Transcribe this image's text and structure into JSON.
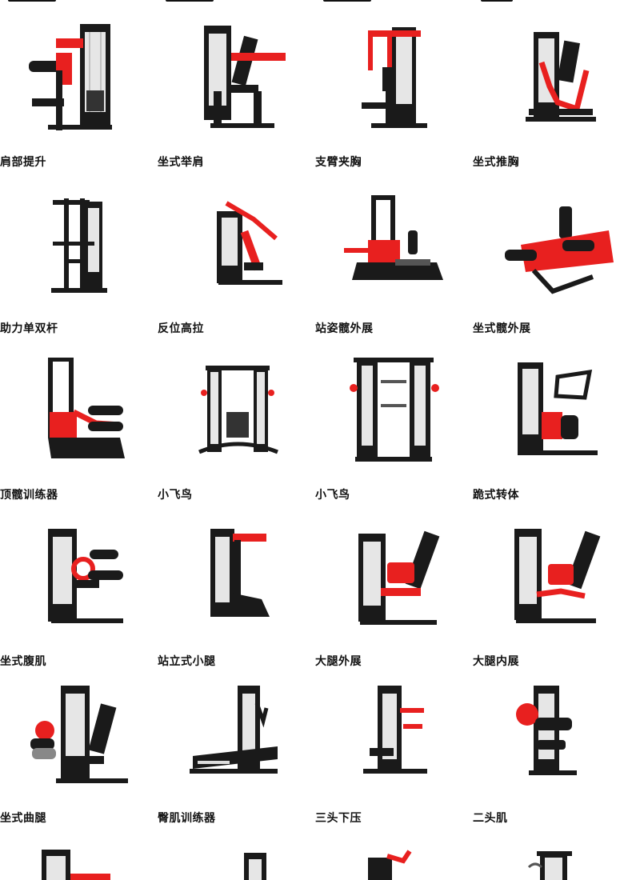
{
  "rows": [
    {
      "labels": [
        "肩部提升",
        "坐式举肩",
        "支臂夹胸",
        "坐式推胸"
      ],
      "icons": [
        "shoulder-lift-machine-icon",
        "seated-shoulder-press-machine-icon",
        "pec-fly-machine-icon",
        "chest-press-machine-icon"
      ]
    },
    {
      "labels": [
        "助力单双杆",
        "反位高拉",
        "站姿髋外展",
        "坐式髋外展"
      ],
      "icons": [
        "assisted-dip-chin-machine-icon",
        "reverse-lat-pulldown-machine-icon",
        "standing-hip-abduction-machine-icon",
        "seated-hip-abduction-machine-icon"
      ]
    },
    {
      "labels": [
        "顶髋训练器",
        "小飞鸟",
        "小飞鸟",
        "跪式转体"
      ],
      "icons": [
        "hip-thrust-machine-icon",
        "functional-trainer-icon",
        "functional-trainer-large-icon",
        "kneeling-rotary-torso-machine-icon"
      ]
    },
    {
      "labels": [
        "坐式腹肌",
        "站立式小腿",
        "大腿外展",
        "大腿内展"
      ],
      "icons": [
        "seated-abdominal-machine-icon",
        "standing-calf-raise-machine-icon",
        "outer-thigh-abductor-machine-icon",
        "inner-thigh-adductor-machine-icon"
      ]
    },
    {
      "labels": [
        "坐式曲腿",
        "臀肌训练器",
        "三头下压",
        "二头肌"
      ],
      "icons": [
        "seated-leg-curl-machine-icon",
        "glute-trainer-machine-icon",
        "triceps-pushdown-machine-icon",
        "biceps-curl-machine-icon"
      ]
    },
    {
      "labels": [],
      "icons": [
        "partial-machine-icon",
        "partial-machine-icon",
        "partial-machine-icon",
        "partial-machine-icon"
      ]
    }
  ],
  "colors": {
    "frame": "#1a1a1a",
    "accent": "#e8201f",
    "weight": "#d9d9d9",
    "label": "#111111"
  }
}
